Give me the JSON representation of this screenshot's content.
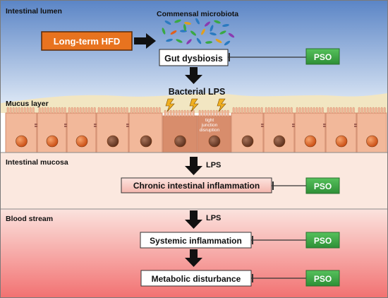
{
  "regions": {
    "lumen": "Intestinal lumen",
    "mucus": "Mucus layer",
    "mucosa": "Intestinal mucosa",
    "blood": "Blood stream"
  },
  "hfd": {
    "label": "Long-term HFD",
    "color": "#e8731f"
  },
  "microbiota": {
    "label": "Commensal microbiota"
  },
  "boxes": {
    "dysbiosis": "Gut dysbiosis",
    "chronic": "Chronic intestinal inflammation",
    "systemic": "Systemic inflammation",
    "metabolic": "Metabolic disturbance"
  },
  "labels": {
    "bacterial_lps": "Bacterial LPS",
    "lps_mucosa": "LPS",
    "lps_blood": "LPS",
    "tight_junction": [
      "tight",
      "junction",
      "disruption"
    ]
  },
  "pso": {
    "label": "PSO",
    "color": "#3aa843"
  },
  "colors": {
    "lumen_top": "#5b85c6",
    "mucosa_bg": "#fbe8df",
    "blood_top": "#fbe3de",
    "blood_bottom": "#f06b6b",
    "cell": "#f2b89a",
    "nucleus": "#e0601d"
  }
}
